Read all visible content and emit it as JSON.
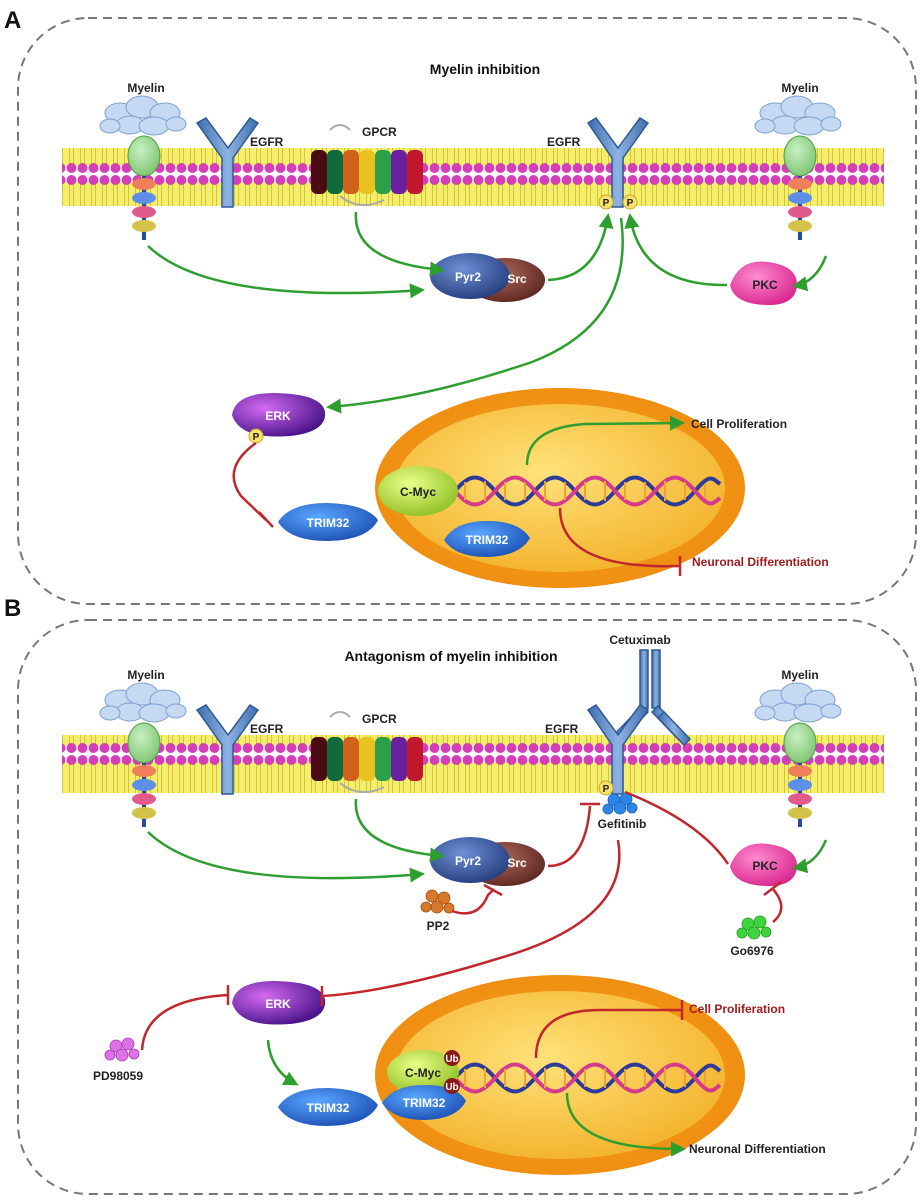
{
  "panel_a": {
    "letter": "A",
    "title": "Myelin inhibition",
    "myelin_left": "Myelin",
    "myelin_right": "Myelin",
    "egfr_left": "EGFR",
    "gpcr": "GPCR",
    "egfr_right": "EGFR",
    "pyr2": "Pyr2",
    "src": "Src",
    "pkc": "PKC",
    "erk": "ERK",
    "trim32_cyto": "TRIM32",
    "trim32_nuc": "TRIM32",
    "cmyc": "C-Myc",
    "cell_proliferation": "Cell Proliferation",
    "neuronal_differentiation": "Neuronal Differentiation",
    "phospho": "P"
  },
  "panel_b": {
    "letter": "B",
    "title": "Antagonism of myelin inhibition",
    "myelin_left": "Myelin",
    "myelin_right": "Myelin",
    "egfr_left": "EGFR",
    "gpcr": "GPCR",
    "egfr_right": "EGFR",
    "cetuximab": "Cetuximab",
    "gefitinib": "Gefitinib",
    "pyr2": "Pyr2",
    "src": "Src",
    "pp2": "PP2",
    "pkc": "PKC",
    "go6976": "Go6976",
    "erk": "ERK",
    "pd98059": "PD98059",
    "trim32_cyto": "TRIM32",
    "trim32_nuc": "TRIM32",
    "cmyc": "C-Myc",
    "ub": "Ub",
    "cell_proliferation": "Cell Proliferation",
    "neuronal_differentiation": "Neuronal Differentiation",
    "phospho": "P"
  },
  "colors": {
    "activate": "#2e9e2e",
    "inhibit": "#c0282d",
    "membrane_head": "#d43fb8",
    "membrane_core": "#f3ef6c",
    "egfr": "#5b87c6",
    "nucleus_outer": "#f29a1e",
    "nucleus_inner": "#f7c33d"
  }
}
